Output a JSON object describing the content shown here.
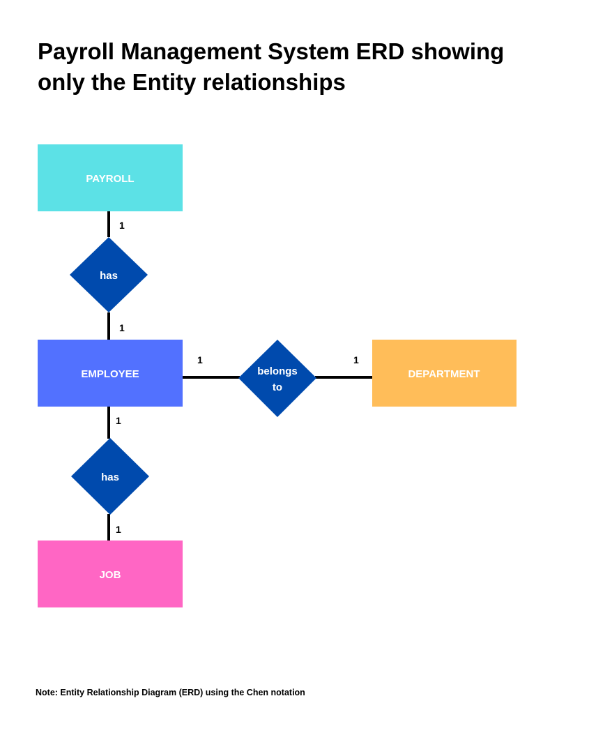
{
  "title": "Payroll Management System ERD showing only the Entity relationships",
  "note": "Note: Entity Relationship Diagram (ERD) using the Chen notation",
  "colors": {
    "payroll": "#5ce1e6",
    "employee": "#5271ff",
    "department": "#ffbd59",
    "job": "#ff66c4",
    "relationship": "#004aad",
    "line": "#000000"
  },
  "entities": {
    "payroll": "PAYROLL",
    "employee": "EMPLOYEE",
    "department": "DEPARTMENT",
    "job": "JOB"
  },
  "relationships": {
    "payroll_employee": "has",
    "employee_department_line1": "belongs",
    "employee_department_line2": "to",
    "employee_job": "has"
  },
  "cardinalities": {
    "payroll_side": "1",
    "employee_side_payroll": "1",
    "employee_side_department": "1",
    "department_side": "1",
    "employee_side_job": "1",
    "job_side": "1"
  }
}
